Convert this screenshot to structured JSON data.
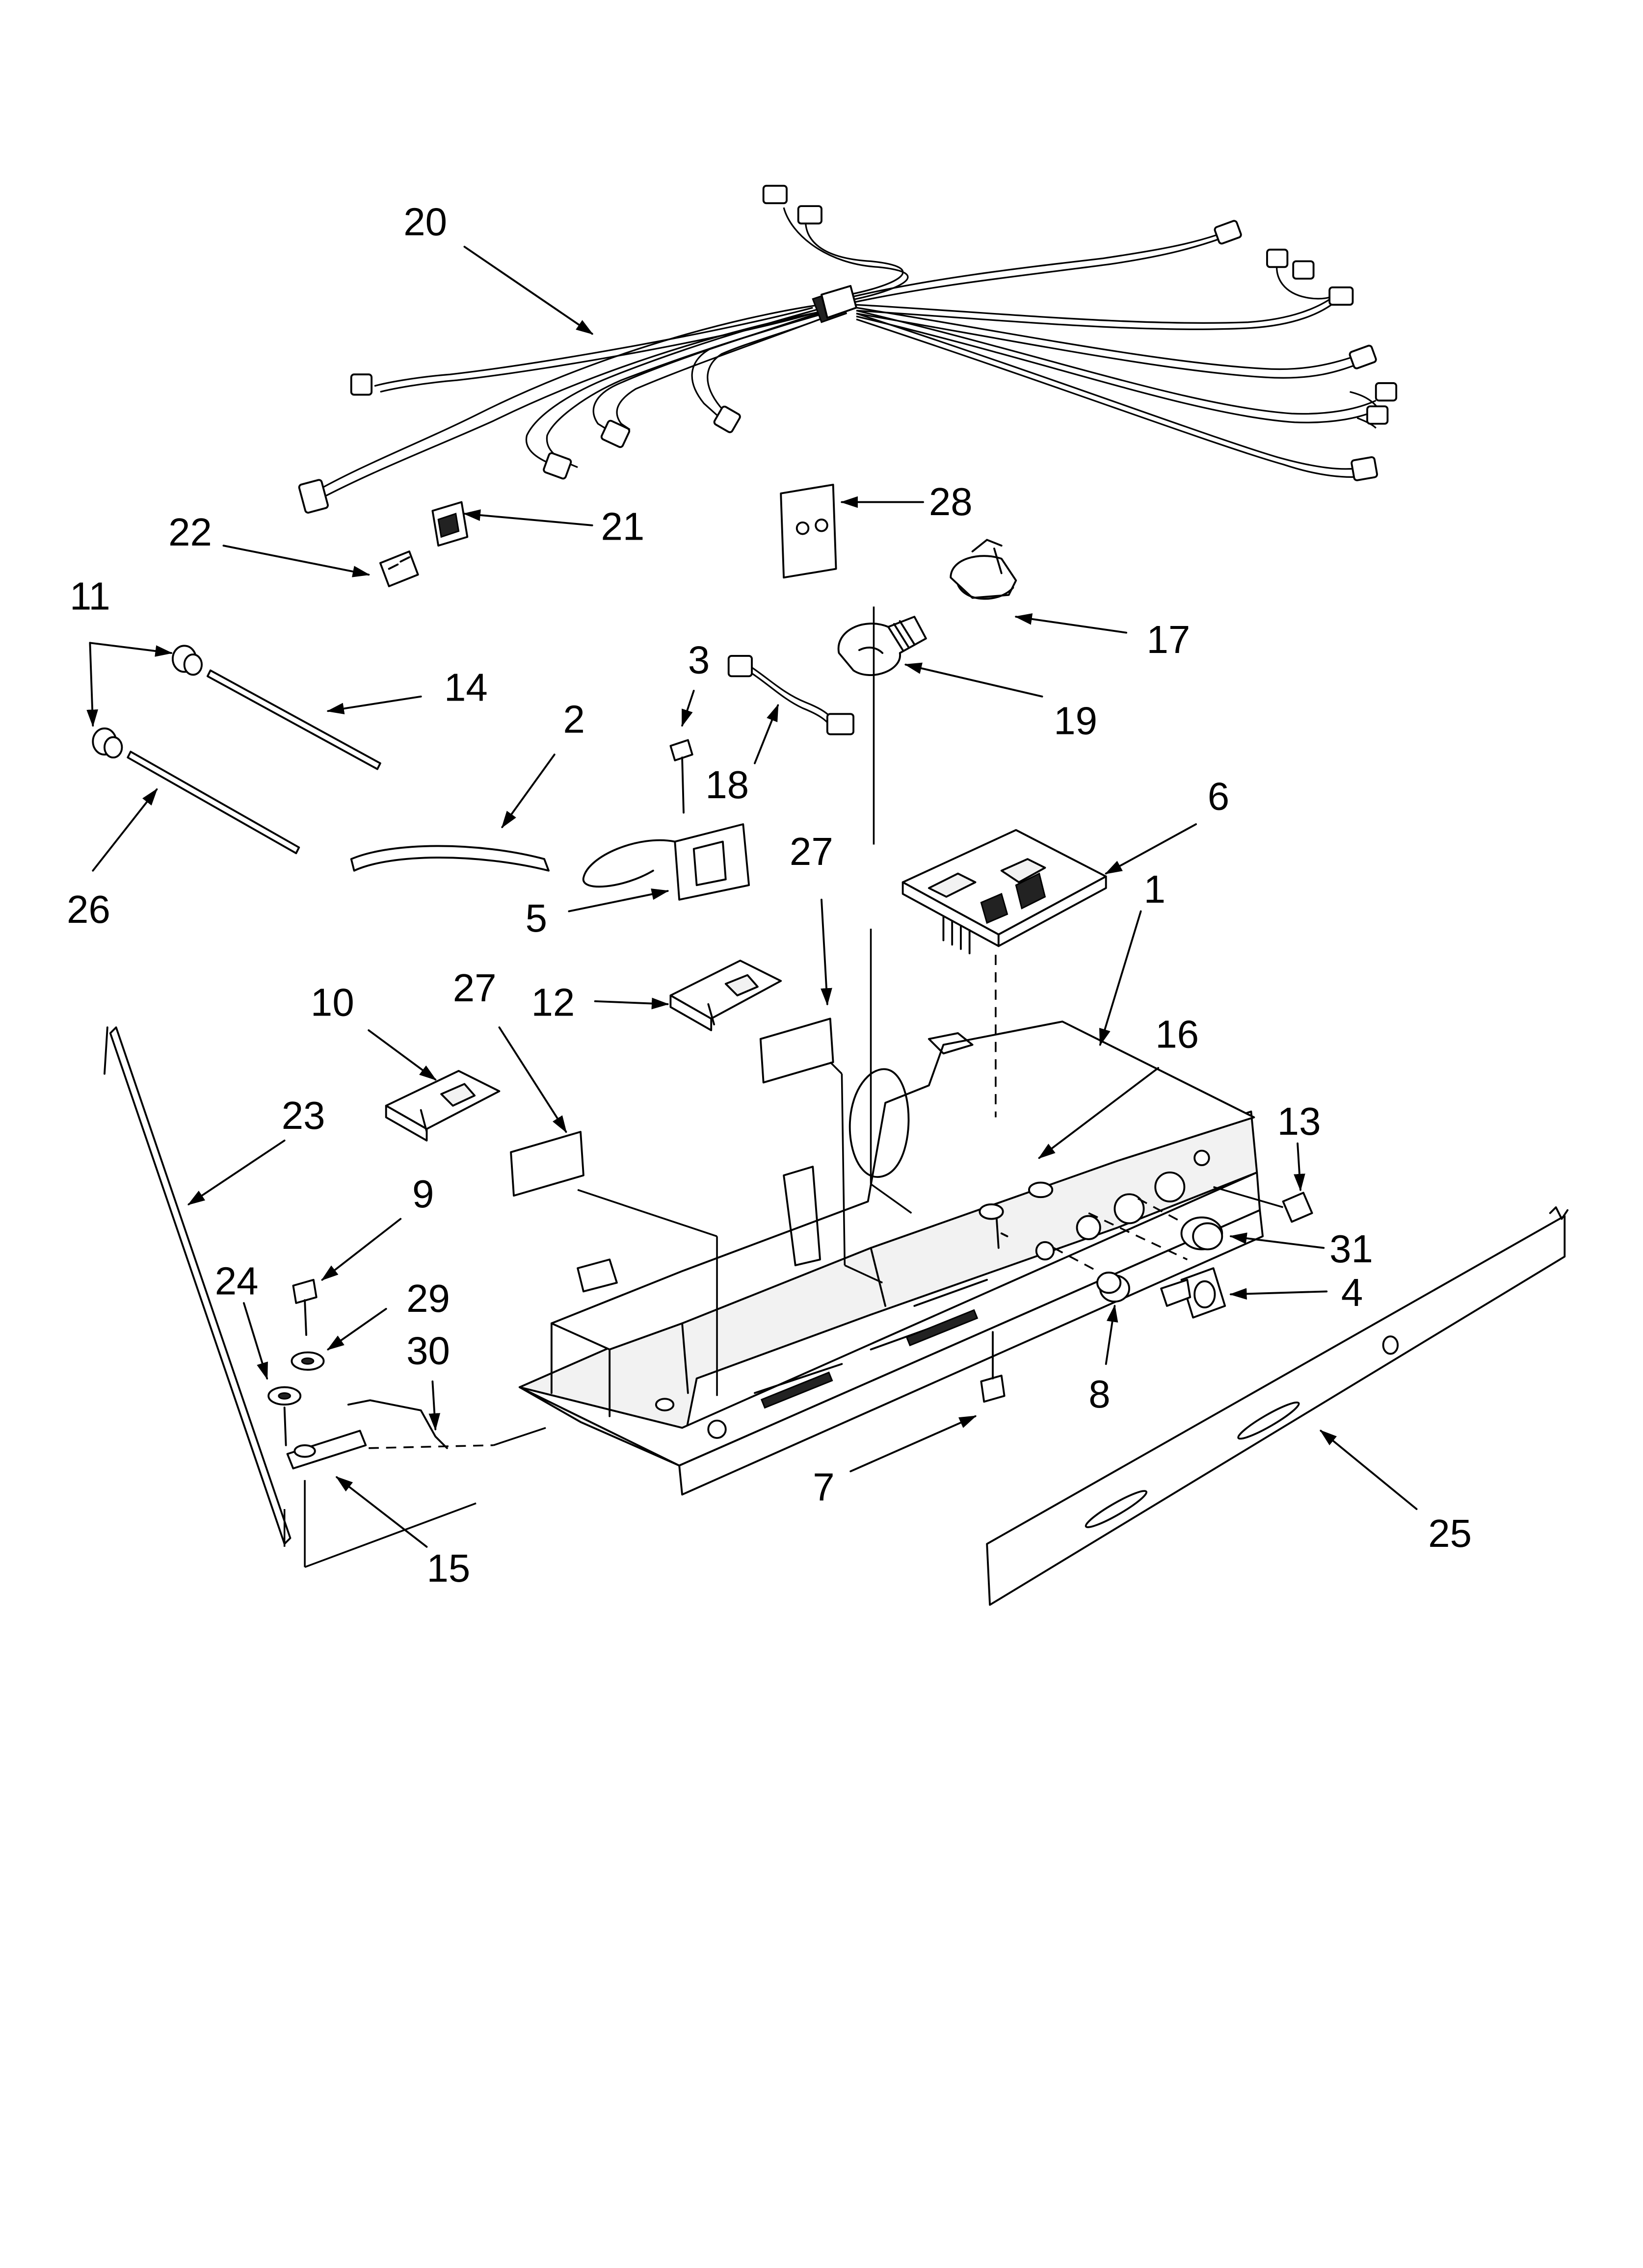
{
  "diagram": {
    "type": "exploded-parts-view",
    "callouts": [
      {
        "id": "c20",
        "label": "20"
      },
      {
        "id": "c21",
        "label": "21"
      },
      {
        "id": "c22",
        "label": "22"
      },
      {
        "id": "c28",
        "label": "28"
      },
      {
        "id": "c11",
        "label": "11"
      },
      {
        "id": "c14",
        "label": "14"
      },
      {
        "id": "c26",
        "label": "26"
      },
      {
        "id": "c2",
        "label": "2"
      },
      {
        "id": "c3",
        "label": "3"
      },
      {
        "id": "c18",
        "label": "18"
      },
      {
        "id": "c17",
        "label": "17"
      },
      {
        "id": "c19",
        "label": "19"
      },
      {
        "id": "c5",
        "label": "5"
      },
      {
        "id": "c27a",
        "label": "27"
      },
      {
        "id": "c27b",
        "label": "27"
      },
      {
        "id": "c6",
        "label": "6"
      },
      {
        "id": "c1",
        "label": "1"
      },
      {
        "id": "c10",
        "label": "10"
      },
      {
        "id": "c12",
        "label": "12"
      },
      {
        "id": "c23",
        "label": "23"
      },
      {
        "id": "c16",
        "label": "16"
      },
      {
        "id": "c13",
        "label": "13"
      },
      {
        "id": "c9",
        "label": "9"
      },
      {
        "id": "c24",
        "label": "24"
      },
      {
        "id": "c29",
        "label": "29"
      },
      {
        "id": "c30",
        "label": "30"
      },
      {
        "id": "c31",
        "label": "31"
      },
      {
        "id": "c4",
        "label": "4"
      },
      {
        "id": "c8",
        "label": "8"
      },
      {
        "id": "c7",
        "label": "7"
      },
      {
        "id": "c15",
        "label": "15"
      },
      {
        "id": "c25",
        "label": "25"
      }
    ]
  }
}
